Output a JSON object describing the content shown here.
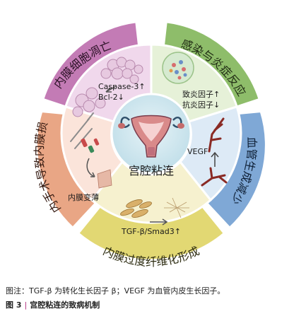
{
  "sectors": [
    {
      "label": "内膜细胞凋亡"
    },
    {
      "label": "感染与炎症反应"
    },
    {
      "label": "血管生成减少"
    },
    {
      "label": "内膜过度纤维化形成"
    },
    {
      "label": "宫内手术导致内膜损伤"
    }
  ],
  "center": {
    "label": "宫腔粘连"
  },
  "inner": {
    "apoptosis": {
      "line1": "Caspase-3↑",
      "line2": "Bcl-2↓"
    },
    "inflammation": {
      "line1": "致炎因子↑",
      "line2": "抗炎因子↓"
    },
    "vascular": {
      "label": "VEGF"
    },
    "fibrosis": {
      "label": "TGF-β/Smad3↑"
    },
    "injury": {
      "label": "内膜变薄"
    }
  },
  "caption": {
    "note": "图注：TGF-β 为转化生长因子 β；VEGF 为血管内皮生长因子。",
    "fig_no": "图 3",
    "fig_title": "宫腔粘连的致病机制"
  },
  "colors": {
    "apoptosis": "#c37bb5",
    "inflammation": "#8ebd6a",
    "vascular": "#7fa8d6",
    "fibrosis": "#e2d873",
    "injury": "#e9a685"
  }
}
